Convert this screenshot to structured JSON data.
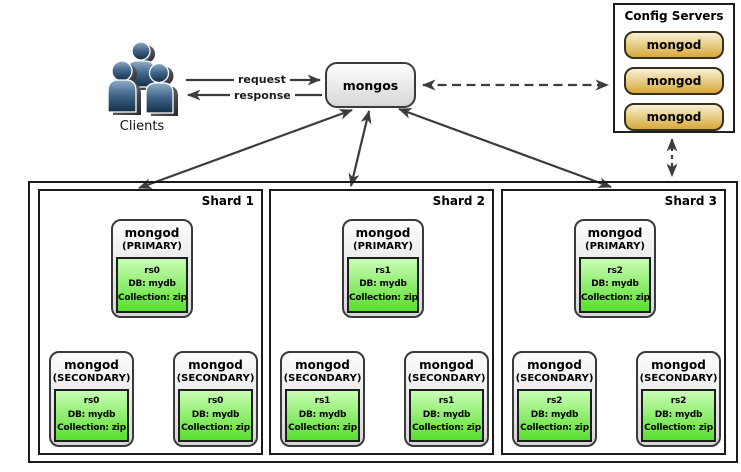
{
  "clients": {
    "label": "Clients"
  },
  "links": {
    "request": "request",
    "response": "response"
  },
  "router": {
    "label": "mongos"
  },
  "config_servers": {
    "title": "Config Servers",
    "nodes": [
      "mongod",
      "mongod",
      "mongod"
    ]
  },
  "shards": [
    {
      "label": "Shard 1",
      "primary": {
        "name": "mongod",
        "role": "(PRIMARY)",
        "replica_set": "rs0",
        "db": "DB: mydb",
        "collection": "Collection: zip"
      },
      "secondaries": [
        {
          "name": "mongod",
          "role": "(SECONDARY)",
          "replica_set": "rs0",
          "db": "DB: mydb",
          "collection": "Collection: zip"
        },
        {
          "name": "mongod",
          "role": "(SECONDARY)",
          "replica_set": "rs0",
          "db": "DB: mydb",
          "collection": "Collection: zip"
        }
      ]
    },
    {
      "label": "Shard 2",
      "primary": {
        "name": "mongod",
        "role": "(PRIMARY)",
        "replica_set": "rs1",
        "db": "DB: mydb",
        "collection": "Collection: zip"
      },
      "secondaries": [
        {
          "name": "mongod",
          "role": "(SECONDARY)",
          "replica_set": "rs1",
          "db": "DB: mydb",
          "collection": "Collection: zip"
        },
        {
          "name": "mongod",
          "role": "(SECONDARY)",
          "replica_set": "rs1",
          "db": "DB: mydb",
          "collection": "Collection: zip"
        }
      ]
    },
    {
      "label": "Shard 3",
      "primary": {
        "name": "mongod",
        "role": "(PRIMARY)",
        "replica_set": "rs2",
        "db": "DB: mydb",
        "collection": "Collection: zip"
      },
      "secondaries": [
        {
          "name": "mongod",
          "role": "(SECONDARY)",
          "replica_set": "rs2",
          "db": "DB: mydb",
          "collection": "Collection: zip"
        },
        {
          "name": "mongod",
          "role": "(SECONDARY)",
          "replica_set": "rs2",
          "db": "DB: mydb",
          "collection": "Collection: zip"
        }
      ]
    }
  ],
  "colors": {
    "arrow": "#3c3c3c",
    "node_gray_top": "#fcfcfc",
    "node_gray_bottom": "#d6d6d6",
    "green_top": "#c9fdb5",
    "green_bottom": "#58df2d",
    "gold_top": "#f7f0d4",
    "gold_bottom": "#d8a839",
    "clients_blue": "#2e5272"
  }
}
